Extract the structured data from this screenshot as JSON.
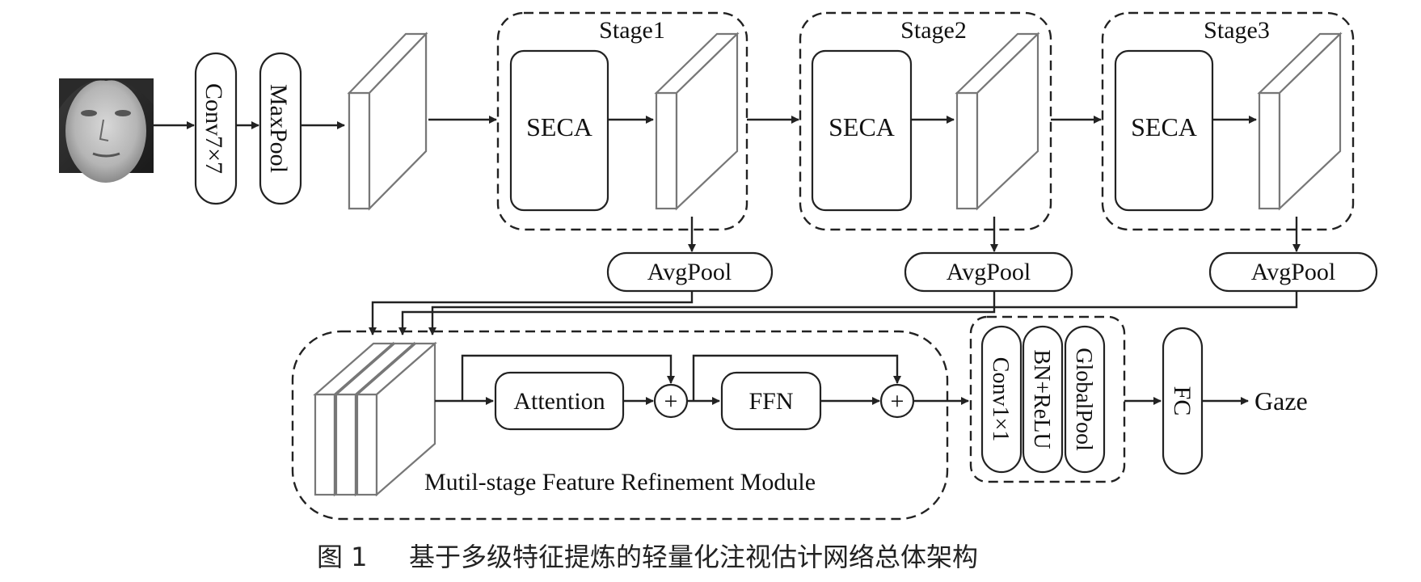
{
  "input": {
    "image_alt": "face"
  },
  "stem": {
    "conv": "Conv7×7",
    "pool": "MaxPool"
  },
  "stages": [
    {
      "title": "Stage1",
      "block": "SECA",
      "pool": "AvgPool"
    },
    {
      "title": "Stage2",
      "block": "SECA",
      "pool": "AvgPool"
    },
    {
      "title": "Stage3",
      "block": "SECA",
      "pool": "AvgPool"
    }
  ],
  "module": {
    "title": "Mutil-stage Feature Refinement Module",
    "attention": "Attention",
    "ffn": "FFN",
    "plus": "+"
  },
  "head": {
    "conv": "Conv1×1",
    "bn": "BN+ReLU",
    "gpool": "GlobalPool",
    "fc": "FC",
    "output": "Gaze"
  },
  "caption": {
    "label": "图 1",
    "text": "基于多级特征提炼的轻量化注视估计网络总体架构"
  }
}
